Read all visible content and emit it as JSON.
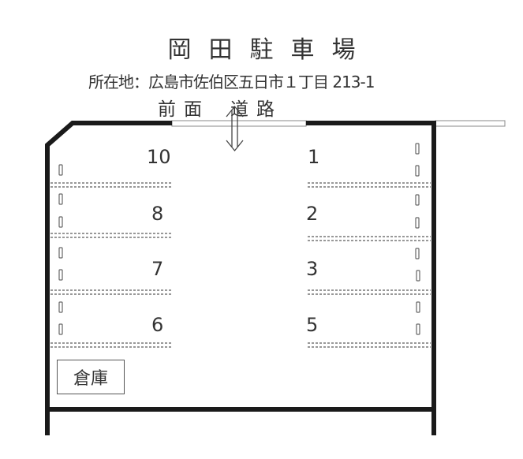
{
  "header": {
    "title": "岡田駐車場",
    "address": "所在地：広島市佐伯区五日市１丁目 213-1",
    "road_label": "前面道路"
  },
  "road_label_chars": [
    "前",
    "面",
    "道",
    "路"
  ],
  "title_chars": [
    "岡",
    "田",
    "駐",
    "車",
    "場"
  ],
  "spaces": {
    "left": [
      {
        "number": "10"
      },
      {
        "number": "8"
      },
      {
        "number": "7"
      },
      {
        "number": "6"
      }
    ],
    "right": [
      {
        "number": "1"
      },
      {
        "number": "2"
      },
      {
        "number": "3"
      },
      {
        "number": "5"
      }
    ]
  },
  "storage": {
    "label": "倉庫"
  },
  "colors": {
    "wall": "#1a1a1a",
    "dashed_line": "#777777",
    "road": "#ffffff",
    "text": "#333333"
  }
}
